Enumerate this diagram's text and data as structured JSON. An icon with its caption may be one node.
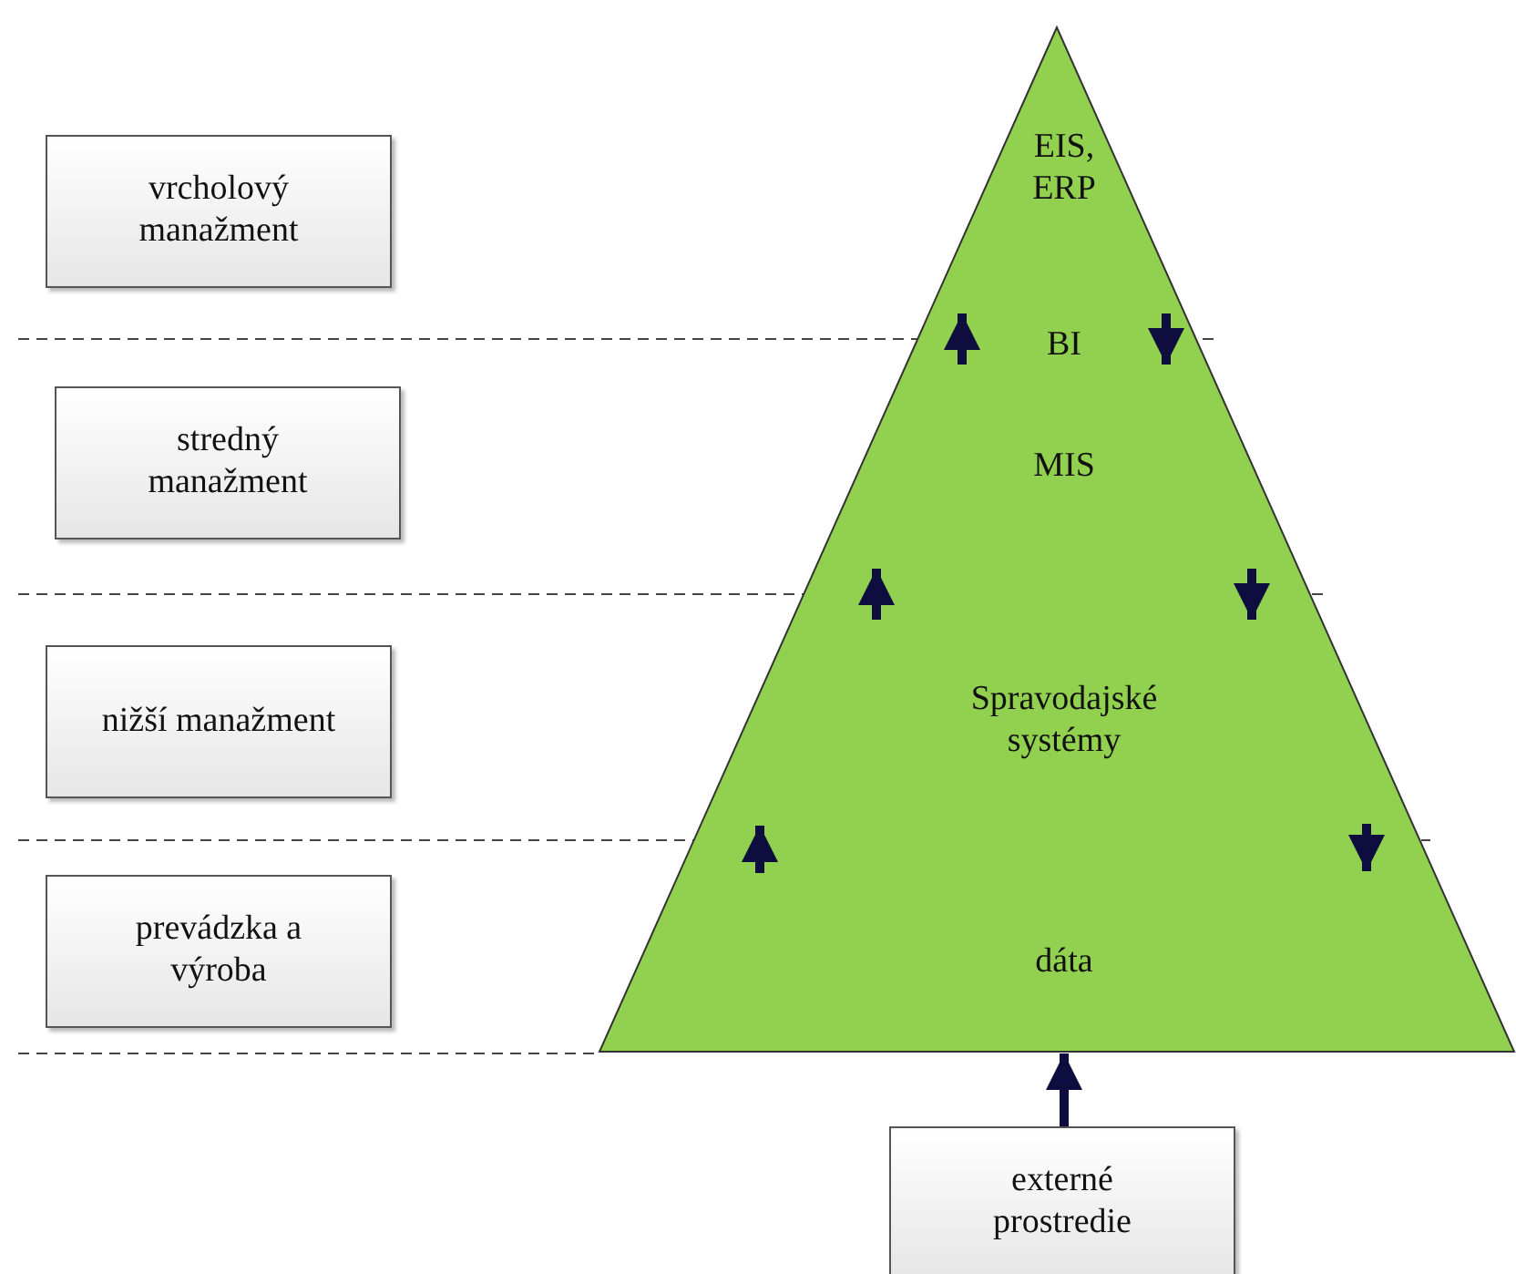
{
  "diagram": {
    "nodes": [
      {
        "text": [
          "vrcholový manažment"
        ]
      },
      {
        "text": [
          "stredný manažment"
        ]
      },
      {
        "text": [
          "nižší manažment"
        ]
      },
      {
        "text": [
          "prevádzka a výroba"
        ]
      },
      {
        "text": [],
        "shape": "triangle"
      },
      {
        "text": [
          "EIS, ERP"
        ],
        "in": 4
      },
      {
        "text": [
          "BI"
        ],
        "in": 4
      },
      {
        "text": [
          "MIS"
        ],
        "in": 4
      },
      {
        "text": [
          "Spravodajské systémy"
        ],
        "in": 4
      },
      {
        "text": [
          "dáta"
        ],
        "in": 4
      },
      {
        "text": [
          "externé prostredie"
        ]
      }
    ],
    "edges": [
      {
        "from": 10,
        "to": 9,
        "arrow": "to"
      }
    ]
  }
}
